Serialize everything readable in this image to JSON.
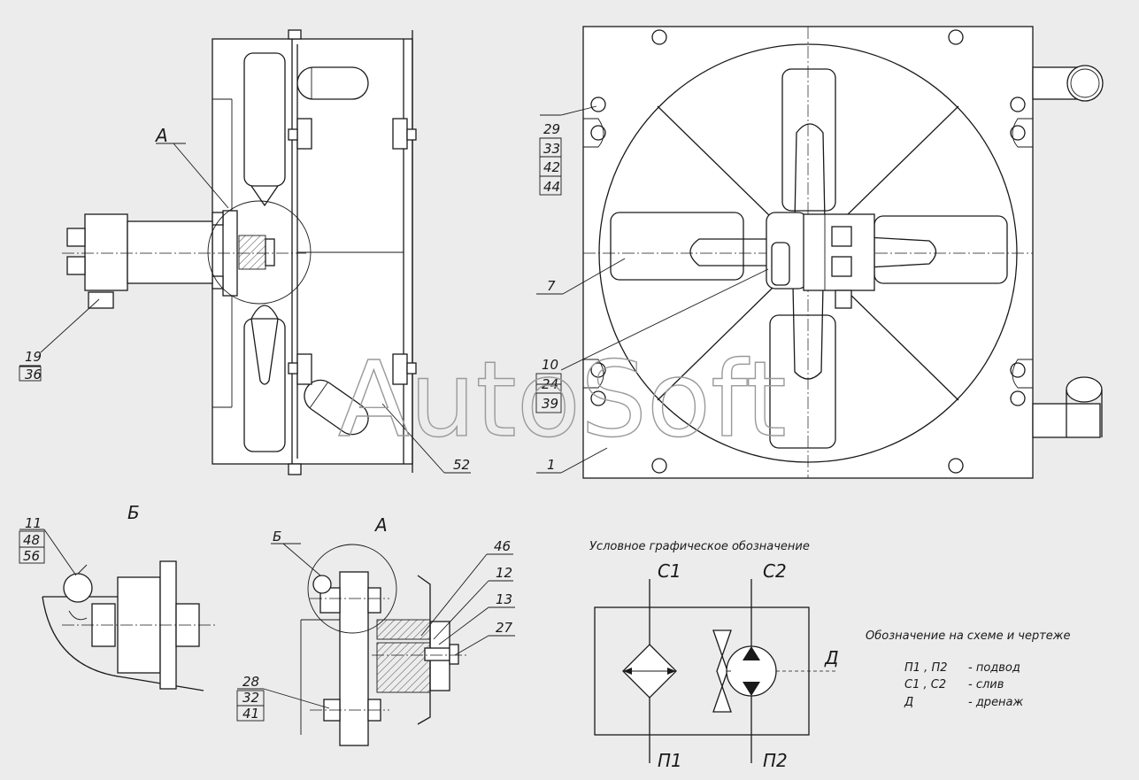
{
  "watermark": "AutoSoft",
  "section_labels": {
    "view_a": "А",
    "view_b": "Б",
    "detail_a": "А",
    "detail_b": "Б"
  },
  "callouts": {
    "c19_36": [
      "19",
      "36"
    ],
    "c29_44": [
      "29",
      "33",
      "42",
      "44"
    ],
    "c7": "7",
    "c10_39": [
      "10",
      "24",
      "39"
    ],
    "c1": "1",
    "c52": "52",
    "c11_56": [
      "11",
      "48",
      "56"
    ],
    "c46": "46",
    "c12": "12",
    "c13": "13",
    "c27": "27",
    "c28_41": [
      "28",
      "32",
      "41"
    ]
  },
  "symbol": {
    "title": "Условное графическое обозначение",
    "port_c1": "С1",
    "port_c2": "С2",
    "port_p1": "П1",
    "port_p2": "П2",
    "port_d": "Д"
  },
  "legend": {
    "title": "Обозначение на схеме и чертеже",
    "rows": [
      {
        "code": "П1 , П2",
        "desc": "- подвод"
      },
      {
        "code": "С1 , С2",
        "desc": "- слив"
      },
      {
        "code": "Д",
        "desc": "- дренаж"
      }
    ]
  }
}
